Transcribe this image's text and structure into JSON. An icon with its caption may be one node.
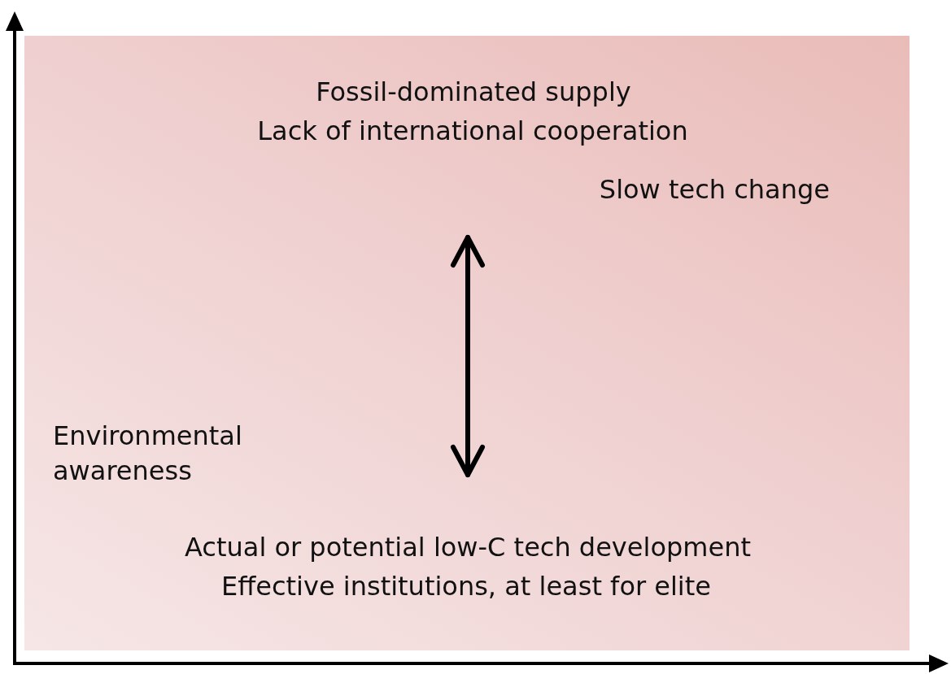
{
  "diagram": {
    "labels": [
      "Fossil-dominated supply",
      "Lack of international cooperation",
      "Slow tech change",
      "Environmental awareness",
      "Actual or potential low-C tech development",
      "Effective institutions, at least for elite"
    ]
  }
}
